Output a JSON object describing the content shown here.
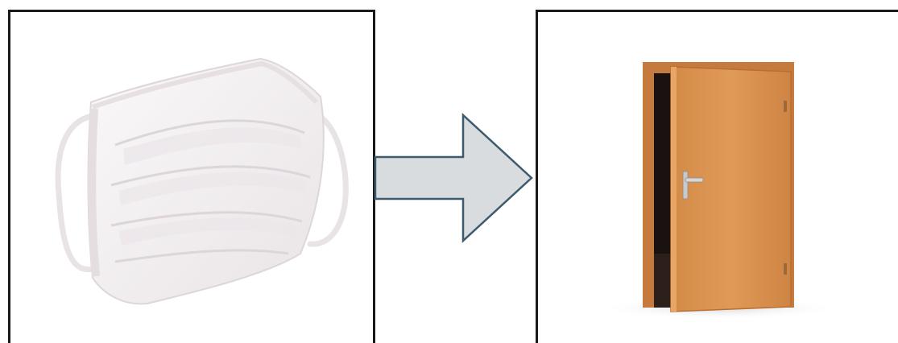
{
  "diagram": {
    "nodes": [
      {
        "id": "mask",
        "icon": "face-mask-icon"
      },
      {
        "id": "door",
        "icon": "open-door-icon"
      }
    ],
    "edges": [
      {
        "from": "mask",
        "to": "door",
        "style": "block-arrow"
      }
    ]
  },
  "colors": {
    "panel_border": "#1a1a1a",
    "arrow_fill": "#d8dcdf",
    "arrow_stroke": "#3d5a6e",
    "door_wood": "#d9904f",
    "door_frame": "#c57a3e",
    "mask_white": "#f4f1f2"
  }
}
